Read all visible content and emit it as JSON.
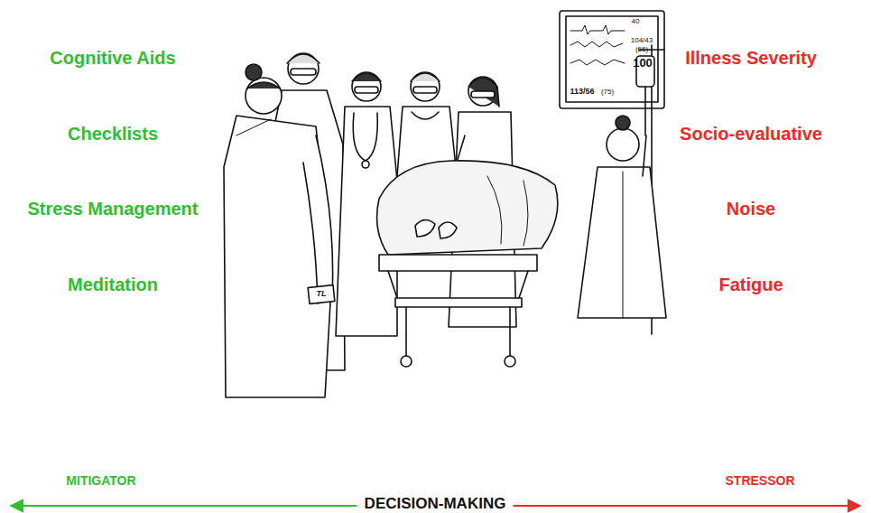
{
  "diagram": {
    "labels": [
      "Cognitive Aids",
      "Checklists",
      "Stress Management",
      "Meditation",
      "Illness Severity",
      "Socio-evaluative",
      "Noise",
      "Fatigue",
      "MITIGATOR",
      "DECISION-MAKING",
      "STRESSOR",
      "40",
      "104/43",
      "(66)",
      "100",
      "113/56",
      "(75)",
      "TL"
    ]
  }
}
